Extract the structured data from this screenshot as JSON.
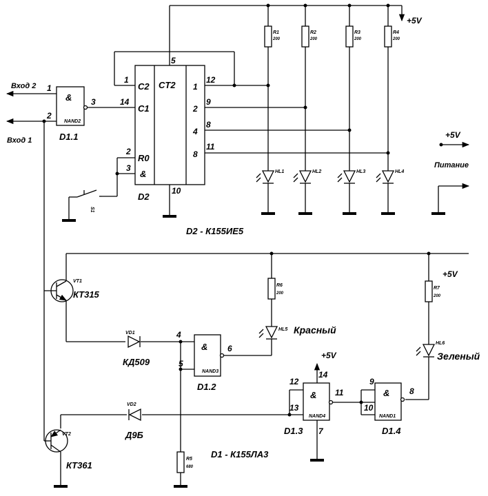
{
  "inputs": {
    "in2": "Вход 2",
    "in1": "Вход 1"
  },
  "power": {
    "plus5v": "+5V",
    "supply": "Питание"
  },
  "gates": {
    "d11": {
      "symbol": "&",
      "name": "NAND2",
      "ref": "D1.1",
      "pins": [
        "1",
        "2",
        "3"
      ]
    },
    "d12": {
      "symbol": "&",
      "name": "NAND3",
      "ref": "D1.2",
      "pins": [
        "4",
        "5",
        "6"
      ]
    },
    "d13": {
      "symbol": "&",
      "name": "NAND4",
      "ref": "D1.3",
      "pins": [
        "12",
        "13",
        "11",
        "14",
        "7"
      ]
    },
    "d14": {
      "symbol": "&",
      "name": "NAND1",
      "ref": "D1.4",
      "pins": [
        "9",
        "10",
        "8"
      ]
    }
  },
  "counter": {
    "title": "CT2",
    "c2": "C2",
    "c1": "C1",
    "r0": "R0",
    "amp": "&",
    "ref": "D2",
    "pins_left": [
      "1",
      "14",
      "2",
      "3"
    ],
    "pin_top": "5",
    "pin_bottom": "10",
    "out_labels": [
      "1",
      "2",
      "4",
      "8"
    ],
    "out_pins": [
      "12",
      "9",
      "8",
      "11"
    ]
  },
  "resistors": [
    {
      "ref": "R1",
      "value": "200"
    },
    {
      "ref": "R2",
      "value": "200"
    },
    {
      "ref": "R3",
      "value": "200"
    },
    {
      "ref": "R4",
      "value": "200"
    },
    {
      "ref": "R5",
      "value": "680"
    },
    {
      "ref": "R6",
      "value": "200"
    },
    {
      "ref": "R7",
      "value": "200"
    }
  ],
  "leds": [
    "HL1",
    "HL2",
    "HL3",
    "HL4",
    "HL5",
    "HL6"
  ],
  "led_labels": {
    "red": "Красный",
    "green": "Зеленый"
  },
  "switch": "S1",
  "ic_types": {
    "d2": "D2 - К155ИЕ5",
    "d1": "D1 - К155ЛА3"
  },
  "transistors": {
    "vt1": {
      "ref": "VT1",
      "type": "КТ315"
    },
    "vt2": {
      "ref": "VT2",
      "type": "КТ361"
    }
  },
  "diodes": {
    "vd1": {
      "ref": "VD1",
      "type": "КД509"
    },
    "vd2": {
      "ref": "VD2",
      "type": "Д9Б"
    }
  }
}
